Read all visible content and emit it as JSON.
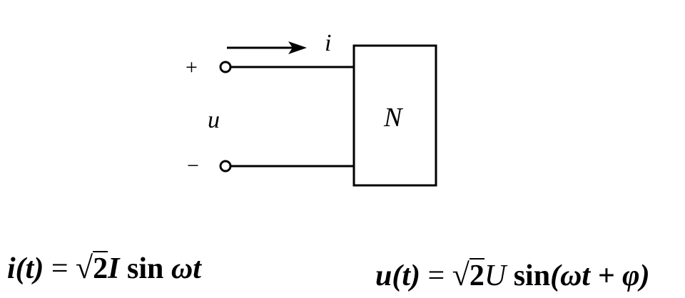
{
  "circuit": {
    "plus_sign": "+",
    "minus_sign": "−",
    "voltage_label": "u",
    "current_label": "i",
    "network_label": "N"
  },
  "equations": {
    "current": {
      "lhs": "i(t)",
      "equals": "=",
      "coeff": "2",
      "amplitude": "I",
      "func": "sin",
      "arg": "ωt"
    },
    "voltage": {
      "lhs": "u(t)",
      "equals": "=",
      "coeff": "2",
      "amplitude": "U",
      "func": "sin",
      "arg": "(ωt + φ)"
    }
  }
}
